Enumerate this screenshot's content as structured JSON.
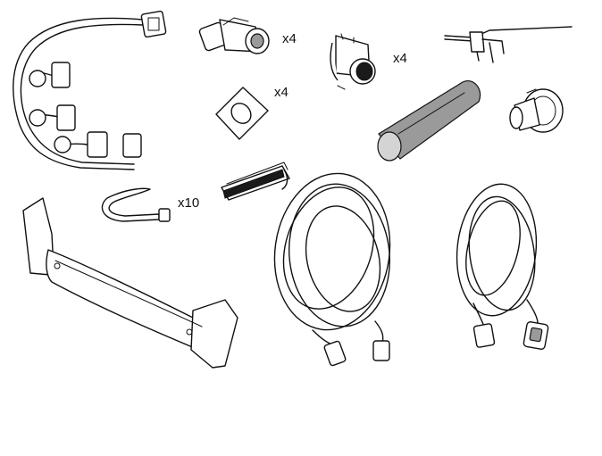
{
  "parts": {
    "sensor_qty": "x4",
    "bracket_qty": "x4",
    "pad_qty": "x4",
    "tie_qty": "x10"
  },
  "colors": {
    "line": "#111111",
    "background": "#ffffff",
    "shade": "#9a9a9a"
  }
}
